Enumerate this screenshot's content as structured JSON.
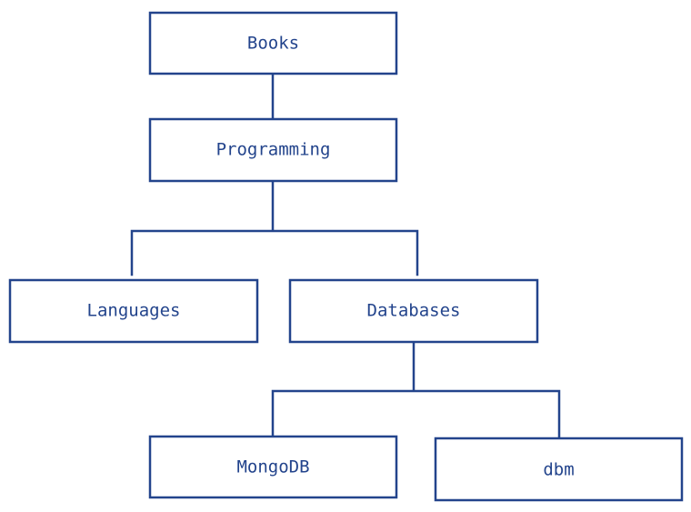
{
  "diagram": {
    "colors": {
      "stroke": "#23448c",
      "text": "#23448c",
      "background": "#ffffff"
    },
    "nodes": [
      {
        "id": "books",
        "label": "Books"
      },
      {
        "id": "programming",
        "label": "Programming"
      },
      {
        "id": "languages",
        "label": "Languages"
      },
      {
        "id": "databases",
        "label": "Databases"
      },
      {
        "id": "mongodb",
        "label": "MongoDB"
      },
      {
        "id": "dbm",
        "label": "dbm"
      }
    ],
    "edges": [
      {
        "from": "books",
        "to": "programming"
      },
      {
        "from": "programming",
        "to": "languages"
      },
      {
        "from": "programming",
        "to": "databases"
      },
      {
        "from": "databases",
        "to": "mongodb"
      },
      {
        "from": "databases",
        "to": "dbm"
      }
    ]
  }
}
